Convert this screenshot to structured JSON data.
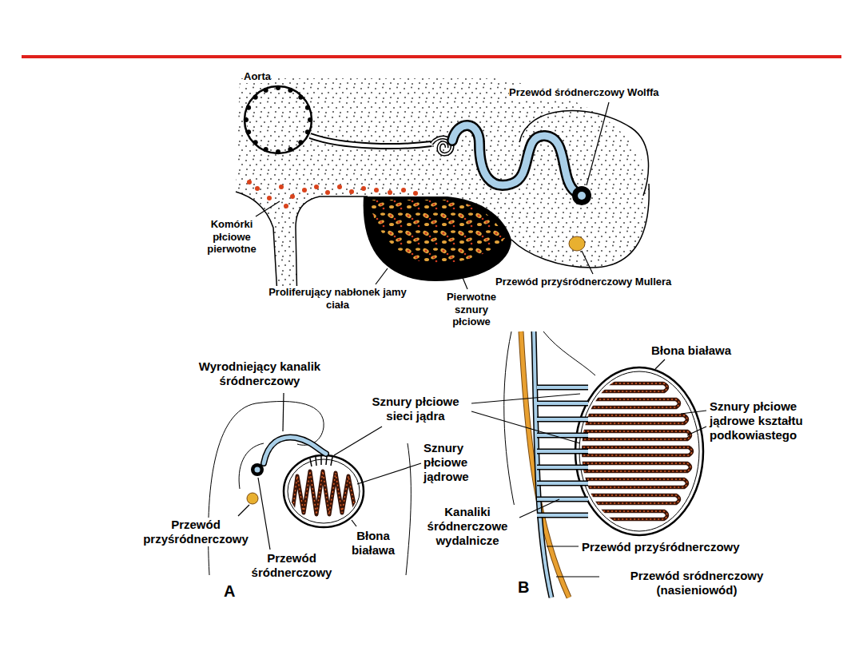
{
  "diagram": {
    "labels": [
      "Aorta",
      "Przewód śródnerczowy Wolffa",
      "Komórki płciowe pierwotne",
      "Proliferujący nabłonek jamy ciała",
      "Pierwotne sznury płciowe",
      "Przewód przyśródnerczowy Mullera",
      "Wyrodniejący kanalik śródnerczowy",
      "Sznury płciowe sieci jądra",
      "Błona biaława",
      "Sznury płciowe jądrowe kształtu podkowiastego",
      "Sznury płciowe jądrowe",
      "Przewód przyśródnerczowy",
      "Kanaliki śródnerczowe wydalnicze",
      "Błona biaława",
      "Przewód śródnerczowy",
      "Przewód przyśródnerczowy",
      "Przewód sródnerczowy (nasieniowód)",
      "A",
      "B"
    ]
  }
}
